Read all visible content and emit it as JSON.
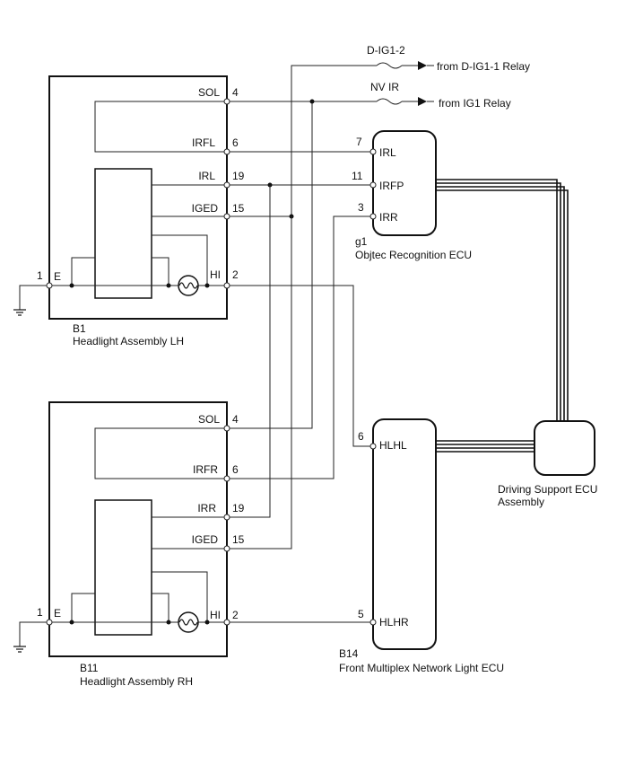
{
  "sources": {
    "fuse1_name": "D-IG1-2",
    "fuse1_from": "from D-IG1-1 Relay",
    "fuse2_name": "NV IR",
    "fuse2_from": "from IG1 Relay"
  },
  "lh": {
    "code": "B1",
    "name": "Headlight Assembly LH",
    "pins": {
      "sol_label": "SOL",
      "sol_num": "4",
      "irfl_label": "IRFL",
      "irfl_num": "6",
      "irl_label": "IRL",
      "irl_num": "19",
      "iged_label": "IGED",
      "iged_num": "15",
      "hi_label": "HI",
      "hi_num": "2",
      "e_label": "E",
      "e_num": "1"
    }
  },
  "rh": {
    "code": "B11",
    "name": "Headlight Assembly RH",
    "pins": {
      "sol_label": "SOL",
      "sol_num": "4",
      "irfr_label": "IRFR",
      "irfr_num": "6",
      "irr_label": "IRR",
      "irr_num": "19",
      "iged_label": "IGED",
      "iged_num": "15",
      "hi_label": "HI",
      "hi_num": "2",
      "e_label": "E",
      "e_num": "1"
    }
  },
  "objecu": {
    "code": "g1",
    "name": "Objtec Recognition ECU",
    "pins": {
      "irl_label": "IRL",
      "irl_num": "7",
      "irfp_label": "IRFP",
      "irfp_num": "11",
      "irr_label": "IRR",
      "irr_num": "3"
    }
  },
  "mplex": {
    "code": "B14",
    "name": "Front Multiplex Network Light ECU",
    "pins": {
      "hlhl_label": "HLHL",
      "hlhl_num": "6",
      "hlhr_label": "HLHR",
      "hlhr_num": "5"
    }
  },
  "dsecu": {
    "name_line1": "Driving  Support ECU",
    "name_line2": "Assembly"
  }
}
